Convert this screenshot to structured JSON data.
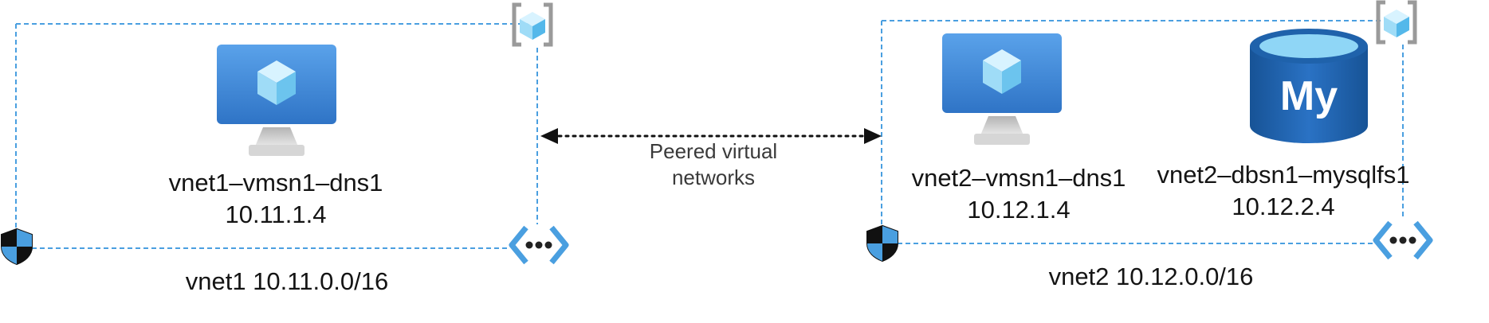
{
  "vnet1": {
    "vm_name": "vnet1–vmsn1–dns1",
    "vm_ip": "10.11.1.4",
    "caption": "vnet1 10.11.0.0/16"
  },
  "vnet2": {
    "vm_name": "vnet2–vmsn1–dns1",
    "vm_ip": "10.12.1.4",
    "db_name": "vnet2–dbsn1–mysqlfs1",
    "db_ip": "10.12.2.4",
    "db_icon_text": "My",
    "caption": "vnet2 10.12.0.0/16"
  },
  "peering": {
    "line1": "Peered virtual",
    "line2": "networks"
  },
  "colors": {
    "border": "#4a9fe0",
    "vm_blue": "#3e86d6",
    "db_blue": "#1f62ab",
    "cube": "#9fdcf7",
    "arrow": "#111111"
  },
  "icons": [
    "vm-icon",
    "mysql-database-icon",
    "vnet-bracket-icon",
    "nsg-shield-icon",
    "vnet-peering-icon"
  ]
}
